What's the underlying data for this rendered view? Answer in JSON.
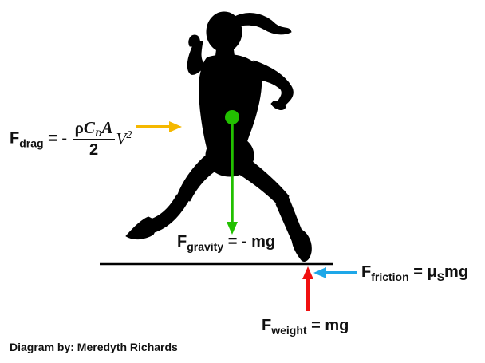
{
  "labels": {
    "drag": {
      "f": "F",
      "sub": "drag",
      "eq": " = -",
      "num_rho": "ρ",
      "num_c": "C",
      "num_csub": "D",
      "num_a": "A",
      "den": "2",
      "v": "V",
      "vsup": "2"
    },
    "gravity": {
      "f": "F",
      "sub": "gravity",
      "rest": " = - mg"
    },
    "friction": {
      "f": "F",
      "sub": "friction",
      "mid": " = μ",
      "musub": "S",
      "rest": "mg"
    },
    "weight": {
      "f": "F",
      "sub": "weight",
      "rest": " = mg"
    }
  },
  "credit": "Diagram by: Meredyth Richards",
  "colors": {
    "drag_arrow": "#F5B800",
    "gravity_arrow": "#22C000",
    "friction_arrow": "#1EA7E8",
    "weight_arrow": "#F01010",
    "silhouette": "#000000"
  },
  "icons": [
    "runner-silhouette-icon",
    "center-of-mass-dot-icon"
  ]
}
